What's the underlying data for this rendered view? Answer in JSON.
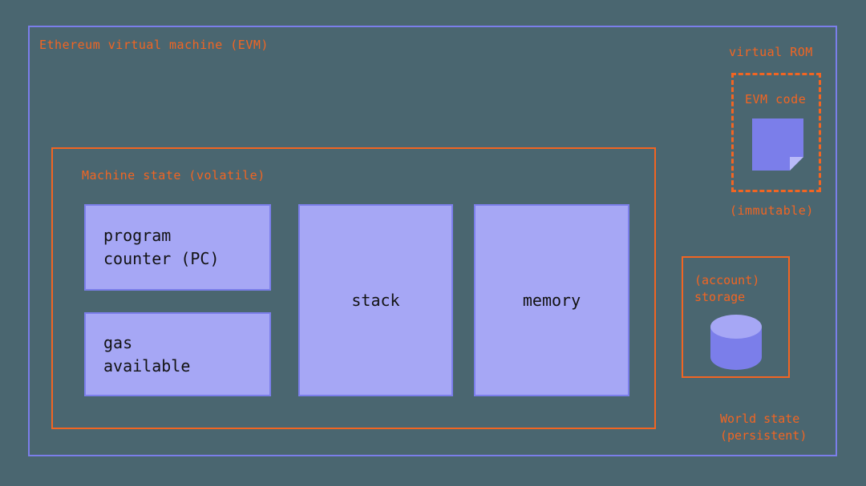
{
  "diagram": {
    "title": "Ethereum virtual machine (EVM)",
    "machine_state": {
      "title": "Machine state (volatile)",
      "boxes": [
        {
          "name": "program-counter",
          "label": "program\ncounter (PC)"
        },
        {
          "name": "gas-available",
          "label": "gas\navailable"
        },
        {
          "name": "stack",
          "label": "stack"
        },
        {
          "name": "memory",
          "label": "memory"
        }
      ]
    },
    "virtual_rom": {
      "title": "virtual ROM",
      "inner_label": "EVM code",
      "note": "(immutable)",
      "icon": "document-icon"
    },
    "storage": {
      "label": "(account)\nstorage",
      "icon": "database-cylinder-icon"
    },
    "world_state": {
      "label": "World state\n(persistent)"
    }
  },
  "colors": {
    "background": "#4a6670",
    "accent_orange": "#f26522",
    "purple_fill": "#a6a7f5",
    "purple_border": "#7b7eea",
    "text_black": "#121212"
  }
}
